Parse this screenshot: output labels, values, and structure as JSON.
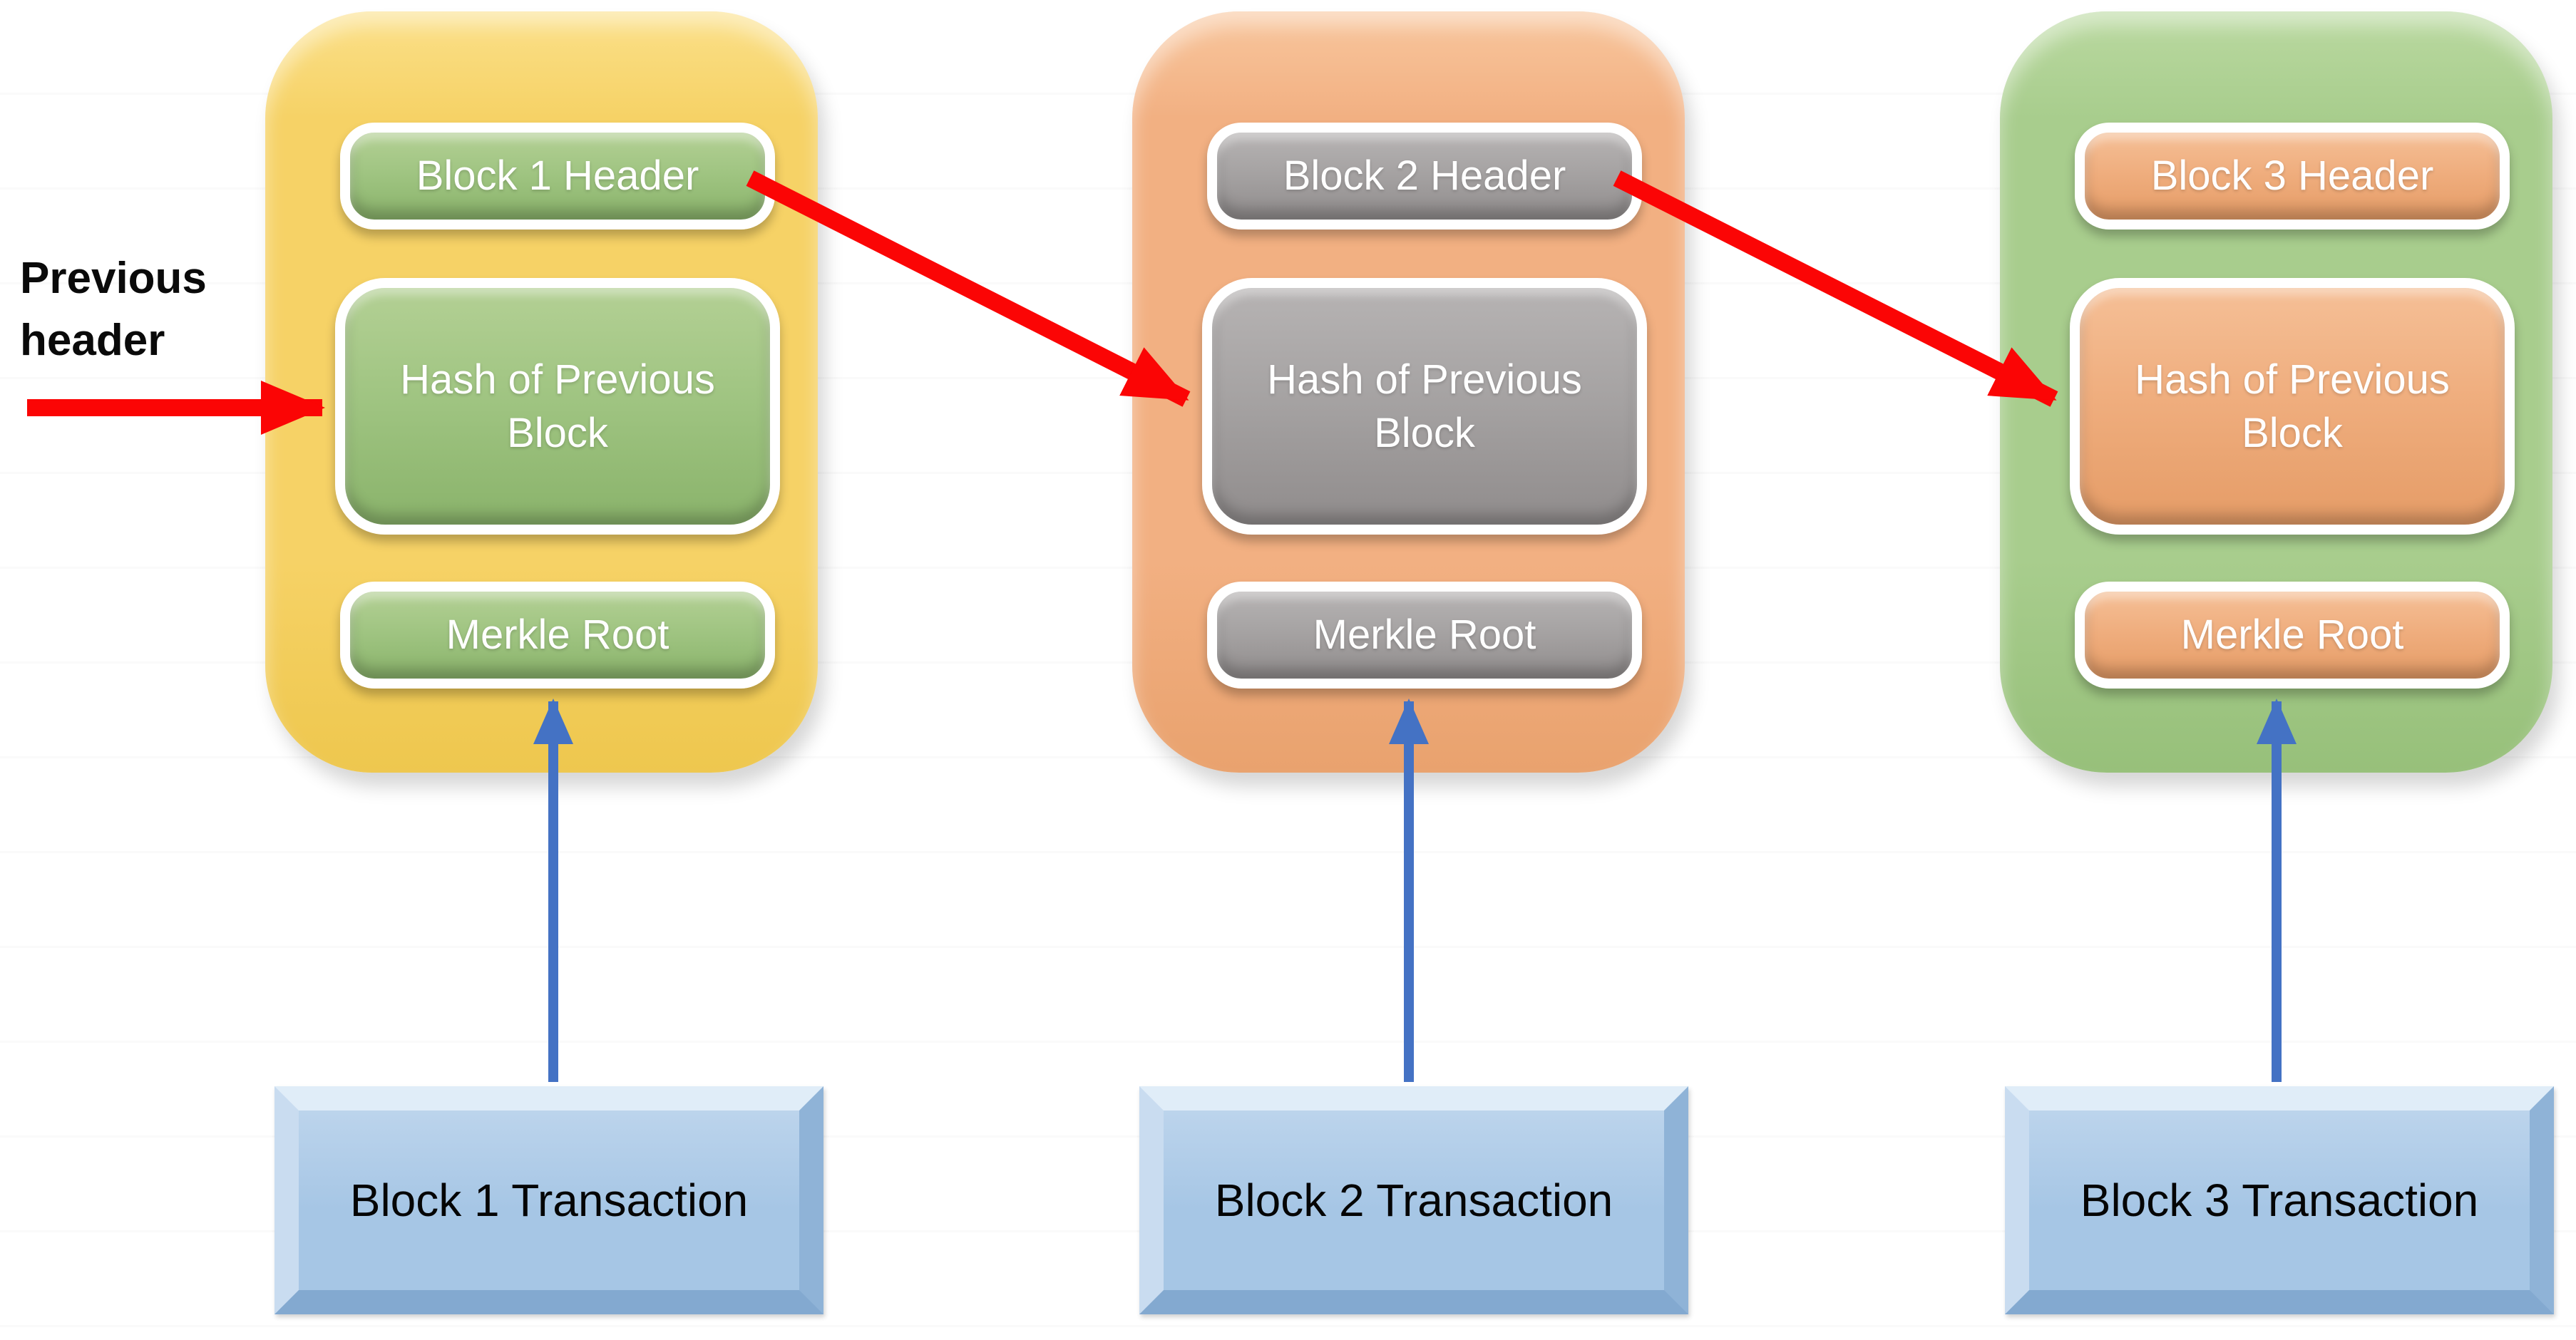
{
  "annotation": {
    "previous_header_label": "Previous header"
  },
  "palette": {
    "red-arrow": "#FB0505",
    "blue-arrow": "#4472C4",
    "tx-fill": "#A6C6E5",
    "tx-fill-light": "#BCD4EC",
    "tx-bevel-top": "#E0EDF8",
    "tx-bevel-left": "#C9DCF0",
    "tx-bevel-right": "#8FB3D7",
    "tx-bevel-bottom": "#83A9D0",
    "tx-text": "#050505",
    "label-text": "#0A0A0A",
    "bg-line": "#FAFAFA"
  },
  "blocks": [
    {
      "header_label": "Block 1 Header",
      "hash_label": "Hash of Previous Block",
      "merkle_label": "Merkle Root",
      "transaction_label": "Block 1 Transaction",
      "colors": {
        "c": "#F6D266",
        "c-light": "#FBE089",
        "c-dark": "#EEC74E",
        "box": "#9FC481",
        "box-light": "#B3D094",
        "box-dark": "#8AB36B"
      }
    },
    {
      "header_label": "Block 2 Header",
      "hash_label": "Hash of Previous Block",
      "merkle_label": "Merkle Root",
      "transaction_label": "Block 2 Transaction",
      "colors": {
        "c": "#F2B082",
        "c-light": "#F8C69D",
        "c-dark": "#E9A26E",
        "box": "#A5A2A2",
        "box-light": "#B6B3B3",
        "box-dark": "#908C8C"
      }
    },
    {
      "header_label": "Block 3 Header",
      "hash_label": "Hash of Previous Block",
      "merkle_label": "Merkle Root",
      "transaction_label": "Block 3 Transaction",
      "colors": {
        "c": "#A8CD8D",
        "c-light": "#BAD9A0",
        "c-dark": "#97C07A",
        "box": "#EFAD7D",
        "box-light": "#F5BF96",
        "box-dark": "#E59C67"
      }
    }
  ]
}
